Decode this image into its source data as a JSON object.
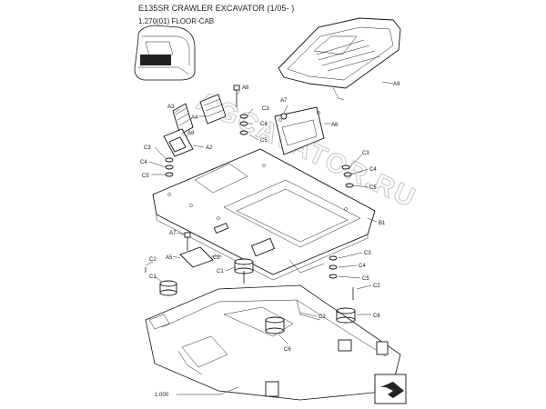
{
  "header": {
    "title": "E135SR CRAWLER EXCAVATOR (1/05- )",
    "section": "1.270(01) FLOOR-CAB"
  },
  "watermark": "AGCAVATOR.RU",
  "callouts": {
    "a9": "A9",
    "a8_top": "A8",
    "a7_top": "A7",
    "a6": "A6",
    "a4": "A4",
    "a3": "A3",
    "c3_top": "C3",
    "c4_top": "C4",
    "c5_top": "C5",
    "a8_left": "A8",
    "a2": "A2",
    "c3_left": "C3",
    "c4_left": "C4",
    "c5_left": "C5",
    "c3_right": "C3",
    "c4_right": "C4",
    "c5_right": "C5",
    "b1": "B1",
    "a7_mid": "A7",
    "a5": "A5",
    "c2_mid": "C2",
    "c1_mid": "C1",
    "c3_mid": "C3",
    "c4_mid": "C4",
    "c5_mid": "C5",
    "c2_left": "C2",
    "c1_left": "C1",
    "c2_right": "C2",
    "c6_right": "C6",
    "c2_low": "C2",
    "c6_low": "C6",
    "ref": "1.000"
  },
  "colors": {
    "ink": "#111111",
    "watermark": "#9aa0a8"
  }
}
